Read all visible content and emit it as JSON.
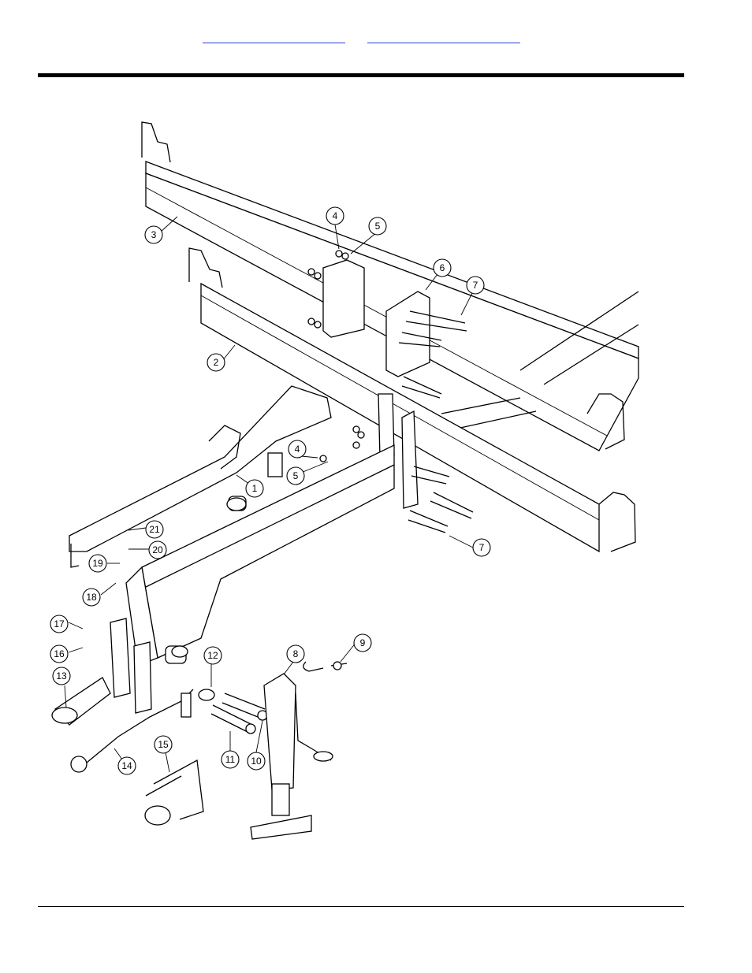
{
  "header": {
    "links": [
      {
        "label": ""
      },
      {
        "label": ""
      }
    ]
  },
  "diagram": {
    "callouts": [
      {
        "id": "c3",
        "label": "3"
      },
      {
        "id": "c4a",
        "label": "4"
      },
      {
        "id": "c5a",
        "label": "5"
      },
      {
        "id": "c6",
        "label": "6"
      },
      {
        "id": "c7a",
        "label": "7"
      },
      {
        "id": "c2",
        "label": "2"
      },
      {
        "id": "c4b",
        "label": "4"
      },
      {
        "id": "c5b",
        "label": "5"
      },
      {
        "id": "c1",
        "label": "1"
      },
      {
        "id": "c21",
        "label": "21"
      },
      {
        "id": "c20",
        "label": "20"
      },
      {
        "id": "c19",
        "label": "19"
      },
      {
        "id": "c18",
        "label": "18"
      },
      {
        "id": "c7b",
        "label": "7"
      },
      {
        "id": "c17",
        "label": "17"
      },
      {
        "id": "c16",
        "label": "16"
      },
      {
        "id": "c13",
        "label": "13"
      },
      {
        "id": "c12",
        "label": "12"
      },
      {
        "id": "c8",
        "label": "8"
      },
      {
        "id": "c9",
        "label": "9"
      },
      {
        "id": "c11",
        "label": "11"
      },
      {
        "id": "c10",
        "label": "10"
      },
      {
        "id": "c14",
        "label": "14"
      },
      {
        "id": "c15",
        "label": "15"
      }
    ]
  }
}
